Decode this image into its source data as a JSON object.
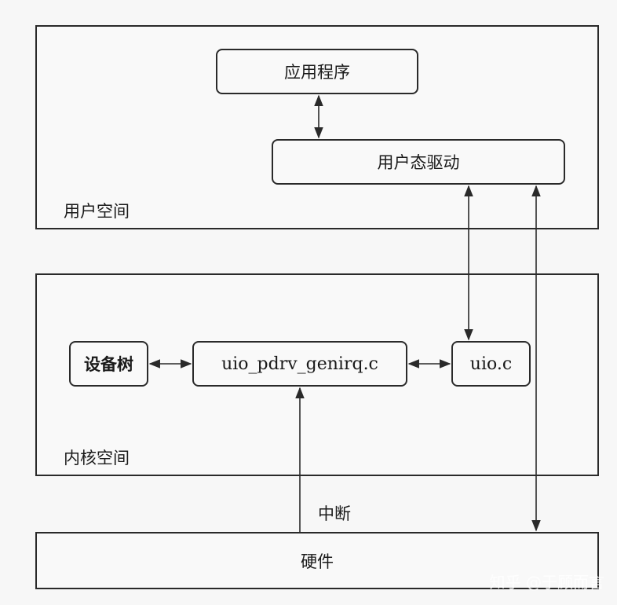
{
  "user_space": {
    "label": "用户空间",
    "app": "应用程序",
    "user_driver": "用户态驱动"
  },
  "kernel_space": {
    "label": "内核空间",
    "device_tree": "设备树",
    "genirq": "uio_pdrv_genirq.c",
    "uio": "uio.c"
  },
  "interrupt_label": "中断",
  "hardware": "硬件",
  "watermark": "知乎 @于顾而言",
  "colors": {
    "line": "#2a2a2a",
    "background": "#f7f7f7"
  }
}
